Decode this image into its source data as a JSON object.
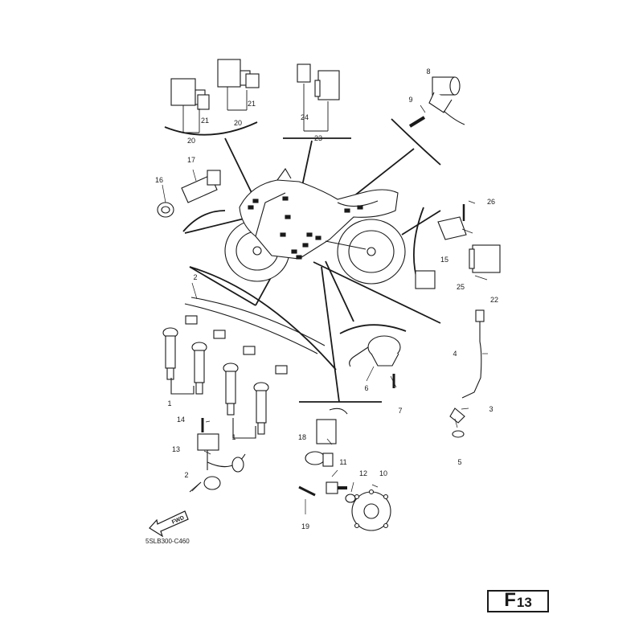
{
  "diagram_code": "5SLB300-C460",
  "fwd_label": "FWD",
  "page_badge": {
    "letter": "F",
    "number": "13"
  },
  "callouts": [
    "2",
    "1",
    "14",
    "13",
    "2",
    "1",
    "16",
    "17",
    "20",
    "21",
    "20",
    "21",
    "24",
    "23",
    "8",
    "9",
    "26",
    "15",
    "25",
    "22",
    "4",
    "3",
    "5",
    "6",
    "7",
    "18",
    "11",
    "12",
    "10",
    "19"
  ],
  "colors": {
    "ink": "#1a1a1a",
    "fill": "#ffffff",
    "shade": "#9a9a9a"
  }
}
